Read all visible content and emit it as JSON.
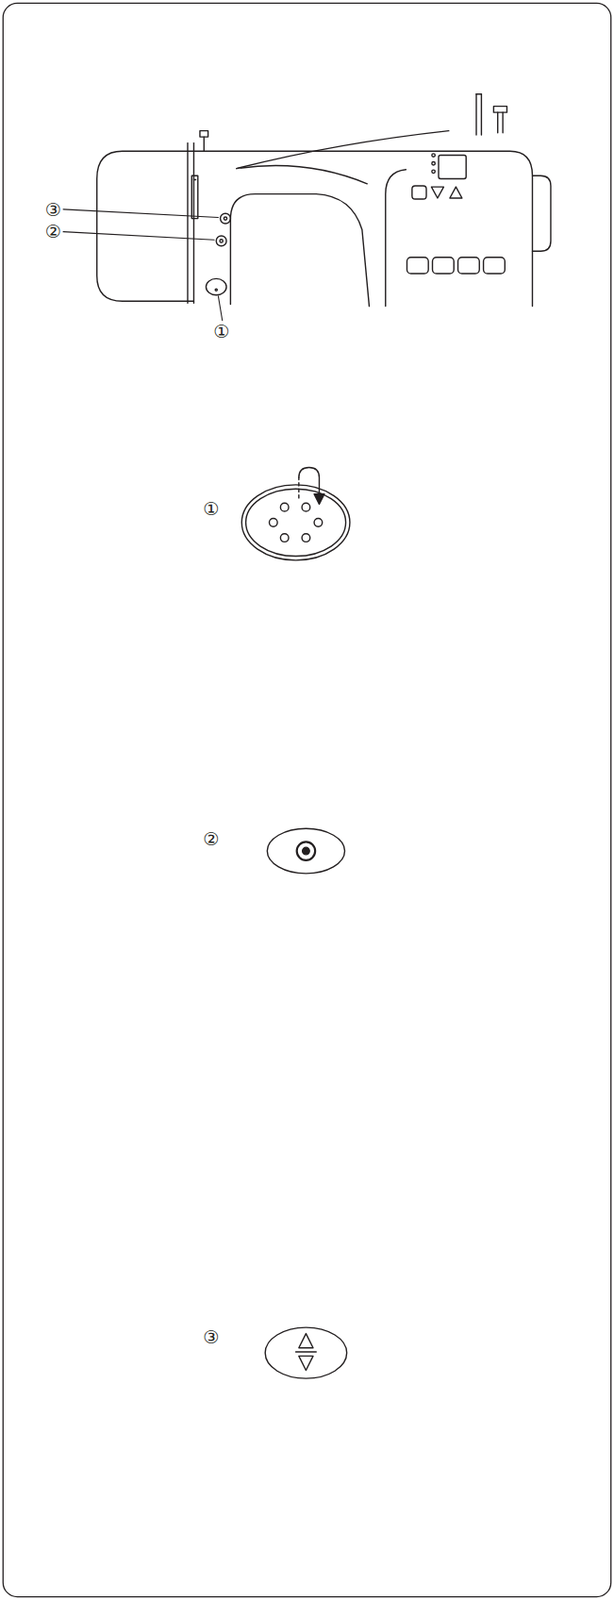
{
  "diagram": {
    "labels": [
      "③",
      "②",
      "①",
      "①",
      "②",
      "③"
    ]
  }
}
